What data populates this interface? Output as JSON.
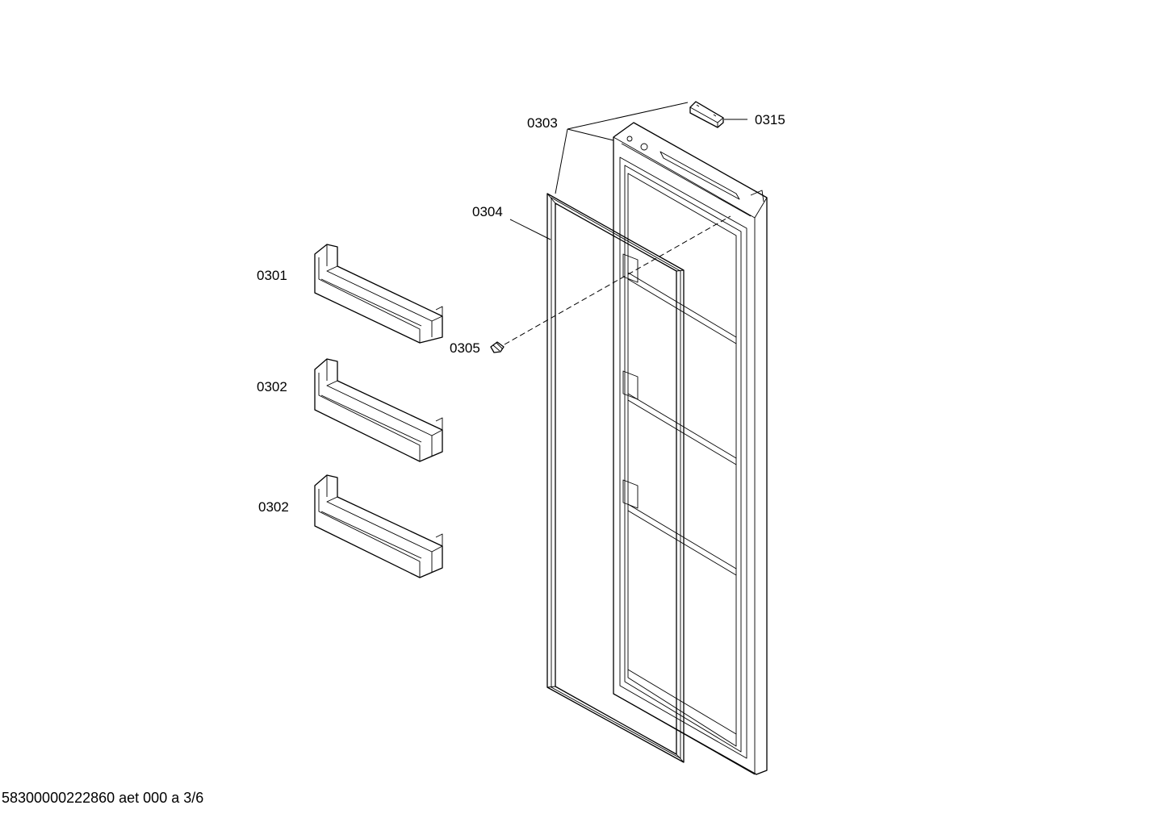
{
  "labels": {
    "bin_upper": "0301",
    "bin_middle": "0302",
    "bin_lower": "0302",
    "door_seal": "0304",
    "door_liner": "0303",
    "screw": "0305",
    "hinge_cover": "0315"
  },
  "footer": {
    "document_code": "58300000222860 aet 000 a 3/6"
  },
  "colors": {
    "line": "#000000",
    "background": "#ffffff"
  }
}
